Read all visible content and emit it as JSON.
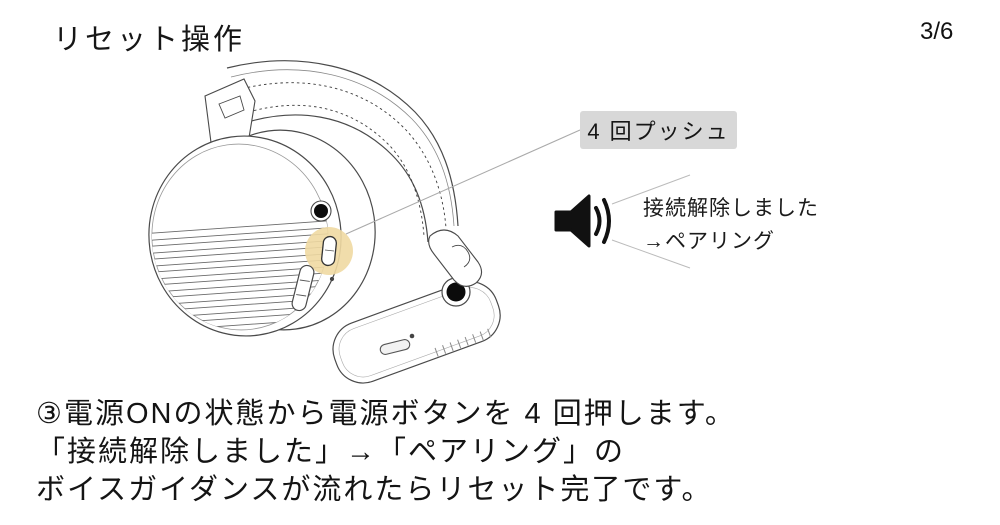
{
  "page": {
    "title": "リセット操作",
    "page_number": "3/6",
    "background_color": "#ffffff"
  },
  "callout": {
    "label": "4 回プッシュ",
    "bg_color": "#d8d8d8",
    "points_to": "power-button"
  },
  "voice_guidance": {
    "icon": "speaker-icon",
    "lines": [
      "接続解除しました",
      "→ペアリング"
    ]
  },
  "instructions": {
    "lines": [
      "③電源ONの状態から電源ボタンを 4 回押します。",
      "「接続解除しました」→「ペアリング」の",
      "ボイスガイダンスが流れたらリセット完了です。"
    ]
  },
  "illustration": {
    "subject": "wireless-over-ear-headphones-line-drawing",
    "highlighted_control": "power-button",
    "highlight_color": "#f0d9a2",
    "line_color": "#4a4a4a"
  }
}
